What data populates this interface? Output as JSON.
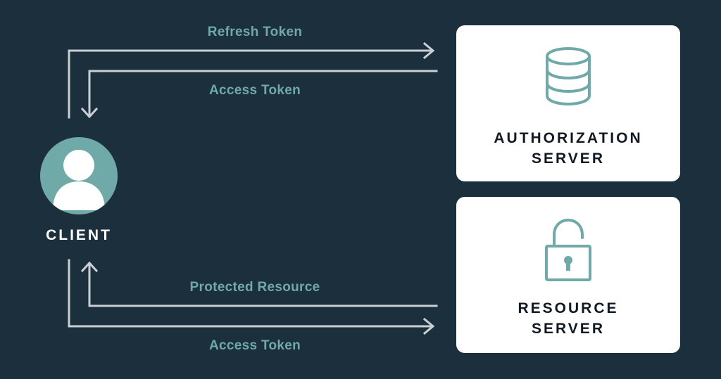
{
  "flows": {
    "refresh_token": "Refresh Token",
    "access_token_top": "Access Token",
    "protected_resource": "Protected Resource",
    "access_token_bottom": "Access Token"
  },
  "client": {
    "label": "CLIENT",
    "icon": "user-icon"
  },
  "authorization_server": {
    "title_line1": "AUTHORIZATION",
    "title_line2": "SERVER",
    "icon": "database-icon"
  },
  "resource_server": {
    "title_line1": "RESOURCE",
    "title_line2": "SERVER",
    "icon": "padlock-icon"
  },
  "colors": {
    "background": "#1c2f3d",
    "accent": "#6fa9a8",
    "arrow": "#c9cfd3",
    "card": "#ffffff",
    "title_text": "#111a22"
  }
}
